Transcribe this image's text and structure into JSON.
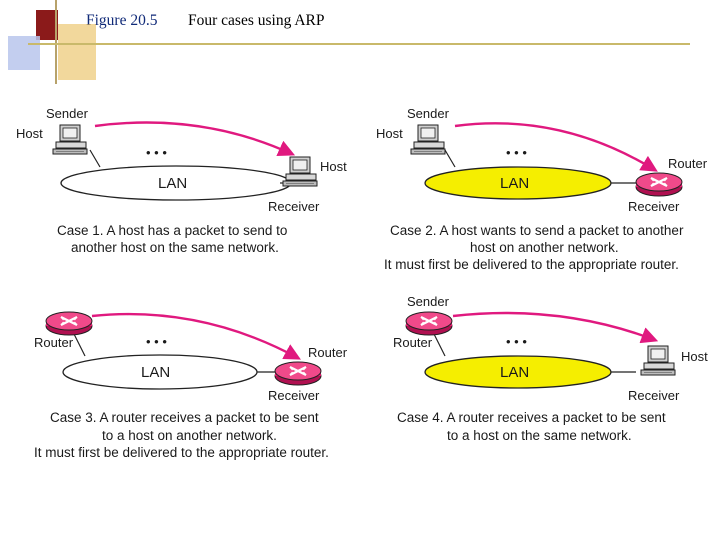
{
  "header": {
    "figure_number": "Figure 20.5",
    "figure_caption": "Four cases using ARP"
  },
  "labels": {
    "sender": "Sender",
    "host": "Host",
    "router": "Router",
    "receiver": "Receiver",
    "lan": "LAN",
    "dots": "• • •"
  },
  "cases": [
    {
      "caption": [
        "Case 1.  A host has a packet to send to",
        "another host on the same network."
      ]
    },
    {
      "caption": [
        "Case 2. A host wants to send a packet to another",
        "host on another network.",
        "It must first be delivered to the appropriate router."
      ]
    },
    {
      "caption": [
        "Case 3. A router receives a packet  to be sent",
        "to a host on another network.",
        "It must first be delivered to the appropriate  router."
      ]
    },
    {
      "caption": [
        "Case 4.  A router receives a packet  to be sent",
        "to a host on the same network."
      ]
    }
  ],
  "colors": {
    "lan_white": "#ffffff",
    "lan_yellow": "#f5ee00",
    "arrow": "#e0197f",
    "router": "#e8196f",
    "title_blue": "#102a78",
    "deco_red": "#8b1a1a",
    "deco_gold": "#e8b84a",
    "deco_blue": "#b8c6ec"
  }
}
